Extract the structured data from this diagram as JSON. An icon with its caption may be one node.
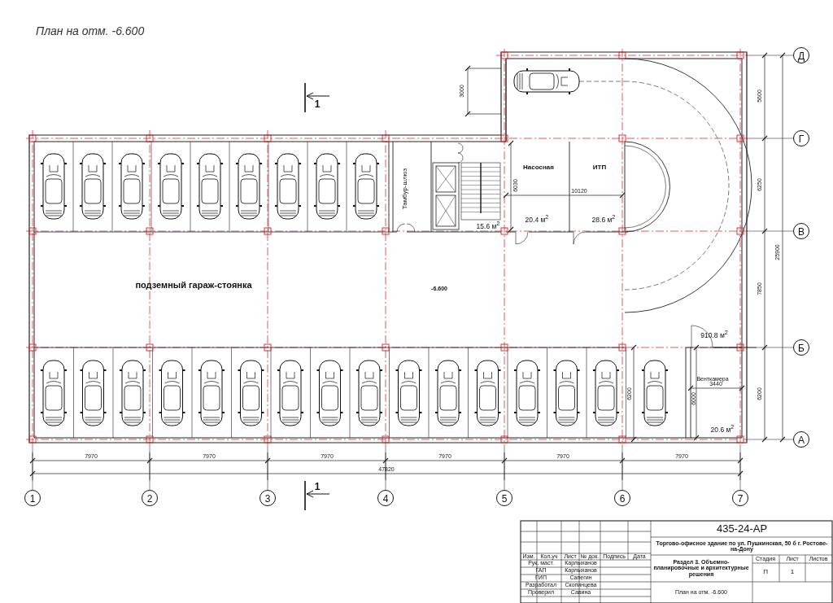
{
  "diagram": {
    "title": "План на отм. -6.600",
    "nodes": [
      {
        "text": [
          "подземный гараж-стоянка"
        ]
      },
      {
        "text": [
          "Тамбур-шлюз"
        ]
      },
      {
        "text": [
          "Насосная"
        ]
      },
      {
        "text": [
          "ИТП"
        ]
      },
      {
        "text": [
          "Венткамера"
        ]
      },
      {
        "text": [
          "1"
        ]
      },
      {
        "text": [
          "2"
        ]
      },
      {
        "text": [
          "3"
        ]
      },
      {
        "text": [
          "4"
        ]
      },
      {
        "text": [
          "5"
        ]
      },
      {
        "text": [
          "6"
        ]
      },
      {
        "text": [
          "7"
        ]
      },
      {
        "text": [
          "Д"
        ]
      },
      {
        "text": [
          "Г"
        ]
      },
      {
        "text": [
          "В"
        ]
      },
      {
        "text": [
          "Б"
        ]
      },
      {
        "text": [
          "А"
        ]
      }
    ],
    "labels": [
      "1",
      "3000",
      "5600",
      "6250",
      "25900",
      "7850",
      "6200",
      "6030",
      "10120",
      "15.6 м$^{2}$",
      "20.4 м$^{2}$",
      "28.6 м$^{2}$",
      "-6.600",
      "910.8 м$^{2}$",
      "6200",
      "6000",
      "3440",
      "20.6 м$^{2}$",
      "7970",
      "7970",
      "7970",
      "7970",
      "7970",
      "7970",
      "47820",
      "1",
      "435-24-АР",
      "Торгово-офисное здание по ул. Пушкинская, 50 б г. Ростове-на-Дону",
      "Изм.",
      "Кол.уч",
      "Лист",
      "№ док.",
      "Подпись",
      "Дата",
      "Раздел 3. Объемно-планировочные и архитектурные решения",
      "Стадия",
      "Лист",
      "Листов",
      "Рук. маст.",
      "Карлыханов",
      "П",
      "1",
      "ГАП",
      "Карлыханов",
      "ГИП",
      "Сапегин",
      "Разработал",
      "Скопинцева",
      "Проверил",
      "Савина",
      "План на отм. -6.600"
    ]
  }
}
